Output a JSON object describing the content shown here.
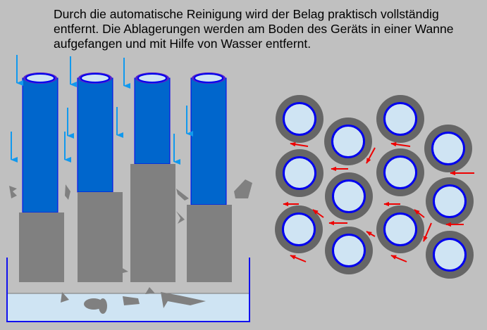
{
  "caption": {
    "lines": [
      "Durch die automatische Reinigung wird der Belag praktisch vollständig",
      "entfernt. Die Ablagerungen werden am Boden des Geräts in einer Wanne",
      "aufgefangen und mit Hilfe von Wasser entfernt."
    ]
  },
  "colors": {
    "background": "#c0c0c0",
    "tube": "#0066cc",
    "tube_outline": "#0000ee",
    "deposit": "#808080",
    "tube_deposit_ring": "#666666",
    "water": "#cfe4f3",
    "flow_arrow": "#1199ee",
    "debris_arrow": "#ee0000"
  }
}
